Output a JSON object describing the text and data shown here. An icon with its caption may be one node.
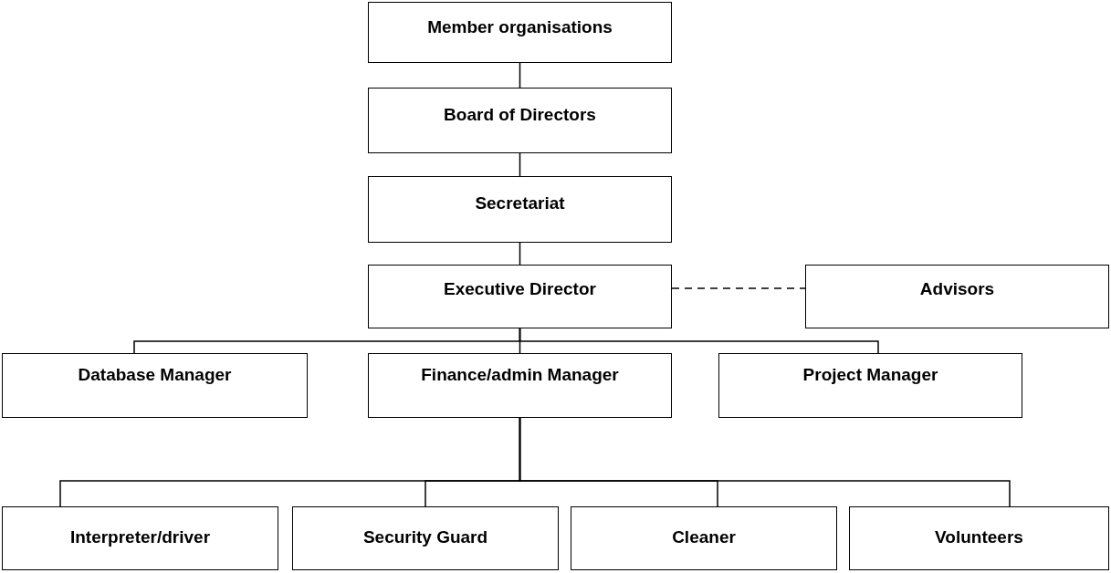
{
  "diagram": {
    "nodes": [
      {
        "text": [
          "Member organisations"
        ]
      },
      {
        "text": [
          "Board of Directors"
        ]
      },
      {
        "text": [
          "Secretariat"
        ]
      },
      {
        "text": [
          "Executive Director"
        ]
      },
      {
        "text": [
          "Advisors"
        ]
      },
      {
        "text": [
          "Database Manager"
        ]
      },
      {
        "text": [
          "Finance/admin Manager"
        ]
      },
      {
        "text": [
          "Project Manager"
        ]
      },
      {
        "text": [
          "Interpreter/driver"
        ]
      },
      {
        "text": [
          "Security Guard"
        ]
      },
      {
        "text": [
          "Cleaner"
        ]
      },
      {
        "text": [
          "Volunteers"
        ]
      }
    ],
    "edges": [
      {
        "from": 0,
        "to": 1,
        "arrow": "none"
      },
      {
        "from": 1,
        "to": 2,
        "arrow": "none"
      },
      {
        "from": 2,
        "to": 3,
        "arrow": "none"
      },
      {
        "from": 3,
        "to": 4,
        "arrow": "none",
        "style": "dashed"
      },
      {
        "from": 3,
        "to": 5,
        "arrow": "none"
      },
      {
        "from": 3,
        "to": 6,
        "arrow": "none"
      },
      {
        "from": 3,
        "to": 7,
        "arrow": "none"
      },
      {
        "from": 6,
        "to": 8,
        "arrow": "none"
      },
      {
        "from": 6,
        "to": 9,
        "arrow": "none"
      },
      {
        "from": 6,
        "to": 10,
        "arrow": "none"
      },
      {
        "from": 6,
        "to": 11,
        "arrow": "none"
      }
    ]
  }
}
